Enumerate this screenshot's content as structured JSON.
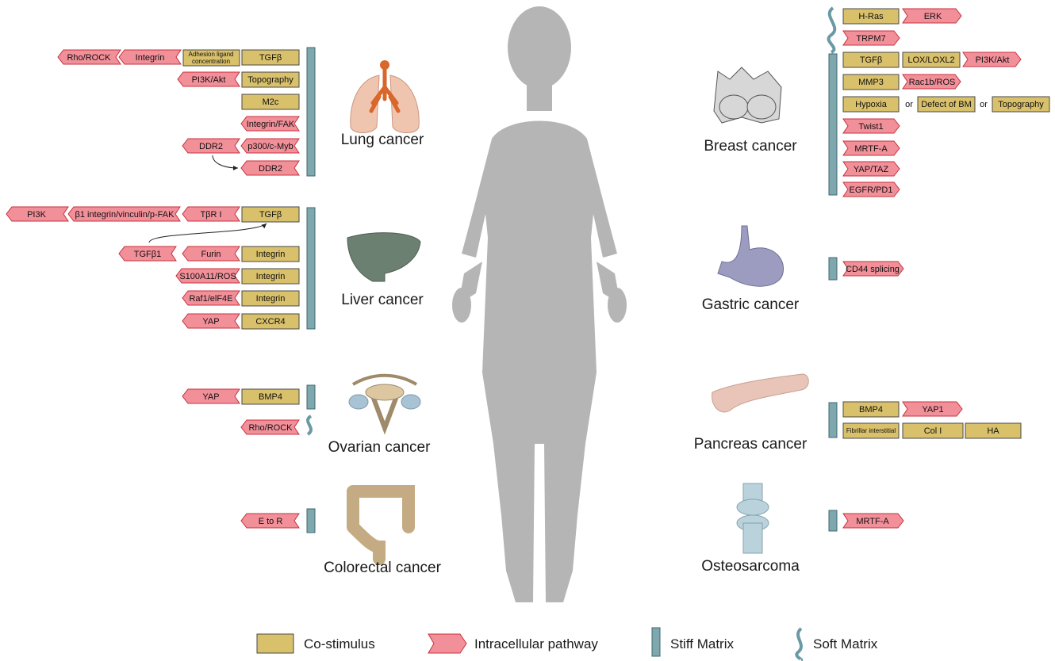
{
  "colors": {
    "costim_fill": "#d9c06b",
    "costim_stroke": "#4a4a4a",
    "pathway_fill": "#f2909a",
    "pathway_stroke": "#c8303c",
    "stiff_fill": "#7ea7ae",
    "stiff_stroke": "#3f6a72",
    "soft_fill": "#6b9aa4",
    "body_fill": "#b5b5b5"
  },
  "cancers": {
    "lung": "Lung cancer",
    "liver": "Liver cancer",
    "ovarian": "Ovarian cancer",
    "colorectal": "Colorectal cancer",
    "breast": "Breast cancer",
    "gastric": "Gastric cancer",
    "pancreas": "Pancreas cancer",
    "osteo": "Osteosarcoma"
  },
  "lung_items": {
    "rho_rock": "Rho/ROCK",
    "integrin": "Integrin",
    "adhesion_line1": "Adhesion ligand",
    "adhesion_line2": "concentration",
    "tgfb": "TGFβ",
    "pi3k_akt": "PI3K/Akt",
    "topography": "Topography",
    "m2c": "M2c",
    "integrin_fak": "Integrin/FAK",
    "ddr2_a": "DDR2",
    "p300": "p300/c-Myb",
    "ddr2_b": "DDR2"
  },
  "liver_items": {
    "pi3k": "PI3K",
    "b1_integrin": "β1 integrin/vinculin/p-FAK",
    "tbr1": "TβR I",
    "tgfb": "TGFβ",
    "tgfb1": "TGFβ1",
    "furin": "Furin",
    "integrin_1": "Integrin",
    "s100": "S100A11/ROS",
    "integrin_2": "Integrin",
    "raf1": "Raf1/elF4E",
    "integrin_3": "Integrin",
    "yap": "YAP",
    "cxcr4": "CXCR4"
  },
  "ovarian_items": {
    "yap": "YAP",
    "bmp4": "BMP4",
    "rho_rock": "Rho/ROCK"
  },
  "colorectal_items": {
    "e_to_r": "E to R"
  },
  "breast_items": {
    "hras": "H-Ras",
    "erk": "ERK",
    "trpm7": "TRPM7",
    "tgfb": "TGFβ",
    "lox": "LOX/LOXL2",
    "pi3k_akt": "PI3K/Akt",
    "mmp3": "MMP3",
    "rac1b": "Rac1b/ROS",
    "hypoxia": "Hypoxia",
    "or1": "or",
    "defect_bm": "Defect of BM",
    "or2": "or",
    "topography": "Topography",
    "twist1": "Twist1",
    "mrtf_a": "MRTF-A",
    "yap_taz": "YAP/TAZ",
    "egfr": "EGFR/PD1"
  },
  "gastric_items": {
    "cd44": "CD44 splicing"
  },
  "pancreas_items": {
    "bmp4": "BMP4",
    "yap1": "YAP1",
    "fibrillar": "Fibrillar interstitial",
    "col1": "Col I",
    "ha": "HA"
  },
  "osteo_items": {
    "mrtf_a": "MRTF-A"
  },
  "legend": {
    "costim": "Co-stimulus",
    "pathway": "Intracellular pathway",
    "stiff": "Stiff Matrix",
    "soft": "Soft Matrix"
  }
}
